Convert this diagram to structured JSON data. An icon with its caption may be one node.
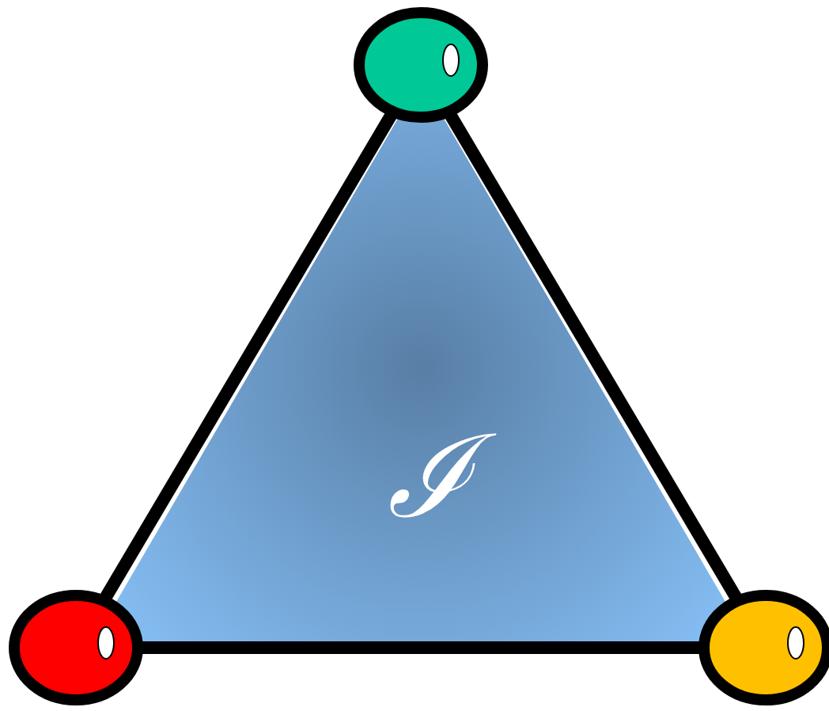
{
  "diagram": {
    "nodes": [
      {
        "text": [
          "ℐ"
        ]
      },
      {
        "text": [],
        "shape": "circle"
      },
      {
        "text": [],
        "shape": "circle"
      },
      {
        "text": [],
        "shape": "circle"
      }
    ],
    "edges": [
      {
        "from": 1,
        "to": 2,
        "arrow": "none"
      },
      {
        "from": 2,
        "to": 3,
        "arrow": "none"
      },
      {
        "from": 3,
        "to": 1,
        "arrow": "none"
      }
    ]
  }
}
